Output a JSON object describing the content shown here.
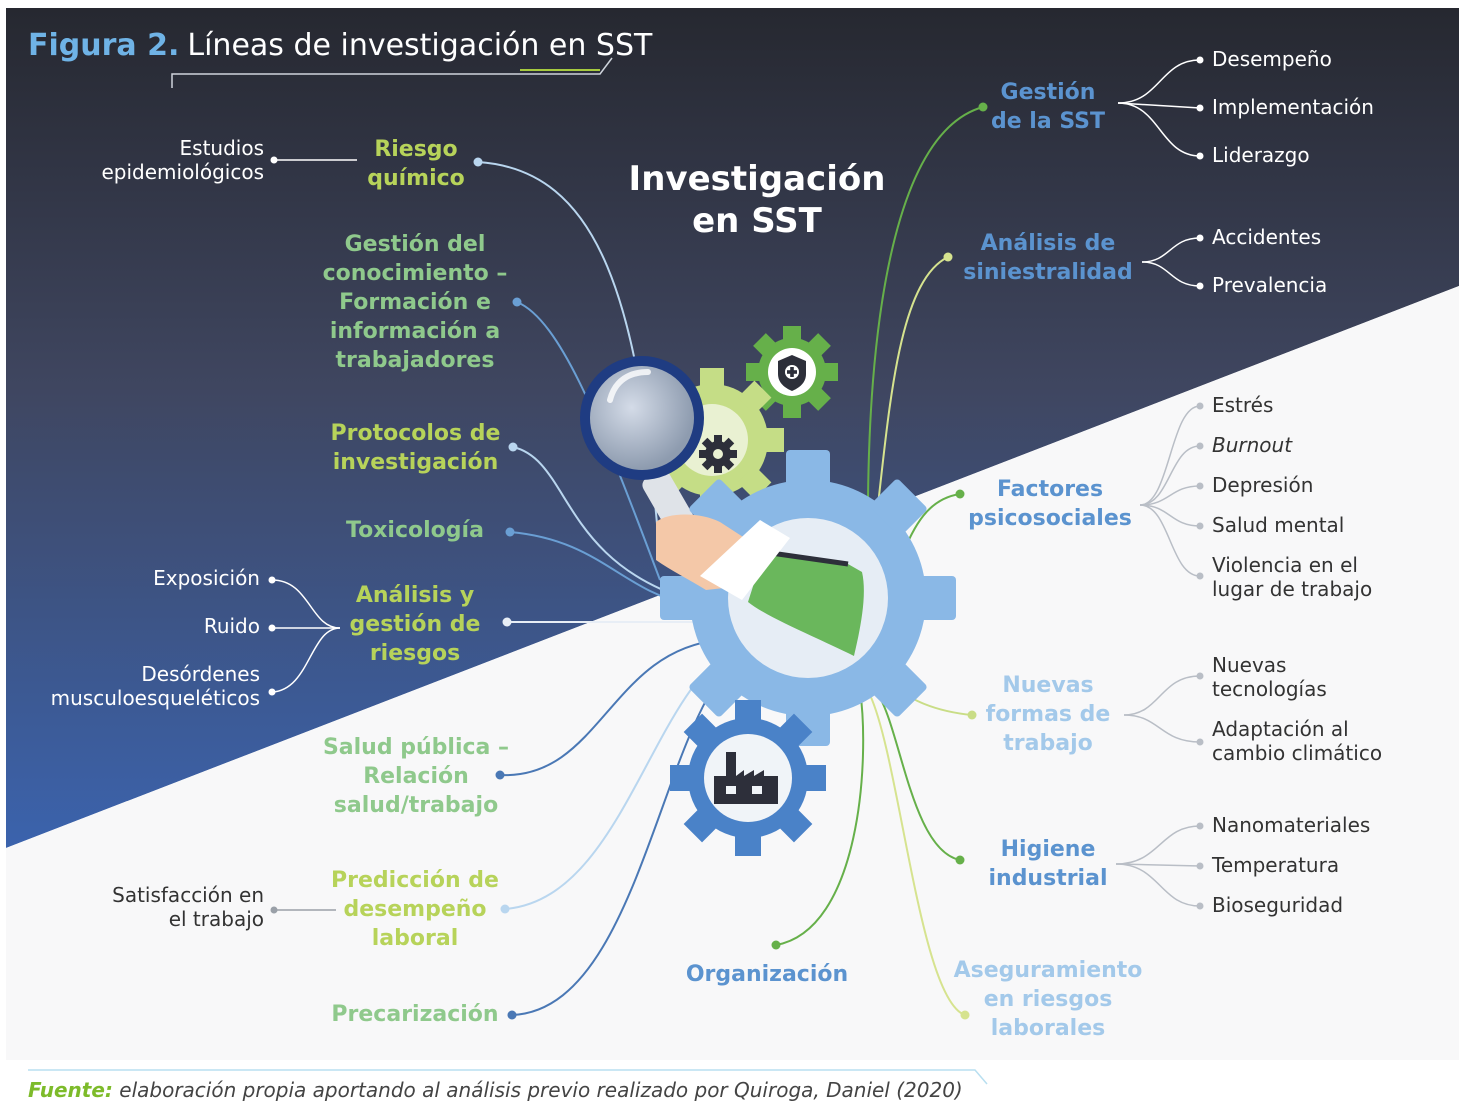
{
  "figure": {
    "label": "Figura 2.",
    "title": "Líneas de investigación en SST",
    "center": "Investigación en SST"
  },
  "topics": {
    "riesgo_quimico": "Riesgo químico",
    "gestion_conocimiento": "Gestión del conocimiento – Formación e información a trabajadores",
    "protocolos": "Protocolos de investigación",
    "toxicologia": "Toxicología",
    "analisis_riesgos": "Análisis y gestión de riesgos",
    "salud_publica": "Salud pública – Relación salud/trabajo",
    "prediccion": "Predicción de desempeño laboral",
    "precarizacion": "Precarización",
    "organizacion": "Organización",
    "gestion_sst": "Gestión de la SST",
    "siniestralidad": "Análisis de siniestralidad",
    "psicosociales": "Factores psicosociales",
    "nuevas_formas": "Nuevas formas de trabajo",
    "higiene": "Higiene industrial",
    "aseguramiento": "Aseguramiento en riesgos laborales"
  },
  "subtopics": {
    "estudios_epi": "Estudios epidemiológicos",
    "exposicion": "Exposición",
    "ruido": "Ruido",
    "desordenes": "Desórdenes musculoesqueléticos",
    "satisfaccion": "Satisfacción en el trabajo",
    "desempeno": "Desempeño",
    "implementacion": "Implementación",
    "liderazgo": "Liderazgo",
    "accidentes": "Accidentes",
    "prevalencia": "Prevalencia",
    "estres": "Estrés",
    "burnout": "Burnout",
    "depresion": "Depresión",
    "salud_mental": "Salud mental",
    "violencia": "Violencia en el lugar de trabajo",
    "nuevas_tecnologias": "Nuevas tecnologías",
    "adaptacion": "Adaptación al cambio climático",
    "nanomateriales": "Nanomateriales",
    "temperatura": "Temperatura",
    "bioseguridad": "Bioseguridad"
  },
  "source": {
    "label": "Fuente:",
    "text": "elaboración propia aportando al análisis previo realizado por Quiroga, Daniel (2020)"
  },
  "icons": [
    "magnifier-icon",
    "shield-plus-gear-icon",
    "gear-icon",
    "factory-gear-icon",
    "flask-gear-icon"
  ],
  "colors": {
    "dark_top": "#2d2f3a",
    "dark_bottom": "#3a5fa6",
    "lime": "#b7d35a",
    "green": "#8fc98c",
    "blue": "#5b93cf",
    "light_blue": "#a3c9ea",
    "gear_green": "#6ab75c",
    "gear_blue": "#8ab8e6"
  }
}
